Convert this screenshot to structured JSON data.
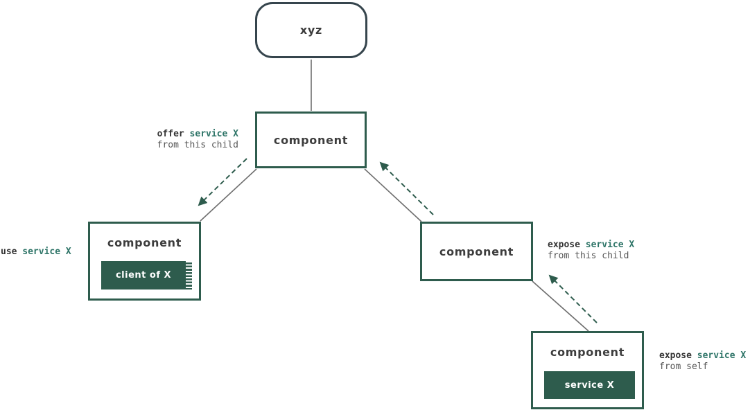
{
  "diagram": {
    "root": {
      "label": "xyz"
    },
    "boxes": {
      "parent": {
        "label": "component"
      },
      "left": {
        "label": "component",
        "inner_label": "client of X"
      },
      "right": {
        "label": "component"
      },
      "bottom": {
        "label": "component",
        "inner_label": "service X"
      }
    },
    "annotations": {
      "offer": {
        "action": "offer",
        "service": "service X",
        "detail": "from this child"
      },
      "use": {
        "action": "use",
        "service": "service X"
      },
      "expose_child": {
        "action": "expose",
        "service": "service X",
        "detail": "from this child"
      },
      "expose_self": {
        "action": "expose",
        "service": "service X",
        "detail": "from self"
      }
    },
    "colors": {
      "root_border": "#36454d",
      "component_border": "#2e5c4d",
      "filled_box": "#2e5c4d",
      "dashed_arrow": "#2e5c4d",
      "annotation_green": "#2d7467",
      "annotation_gray": "#555555",
      "annotation_dark": "#333333",
      "connector_gray": "#6e6e6e",
      "component_text": "#3d3d3d"
    }
  }
}
